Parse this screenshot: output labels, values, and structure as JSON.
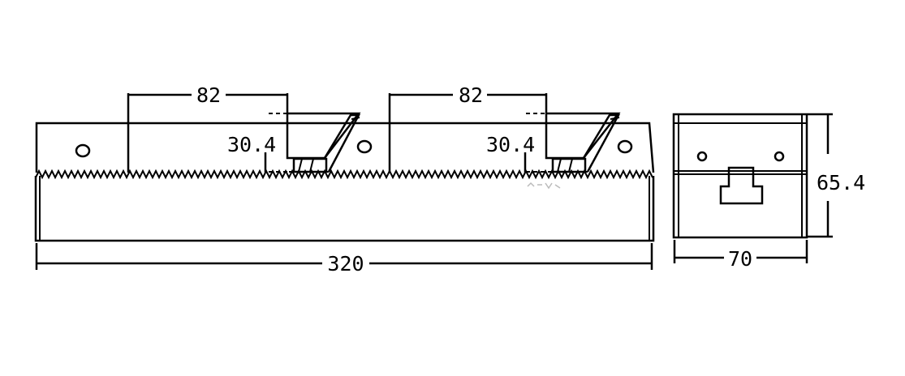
{
  "dimensions": {
    "slot_spacing_left": "82",
    "slot_spacing_right": "82",
    "hook_height_left": "30.4",
    "hook_height_right": "30.4",
    "total_length": "320",
    "side_width": "70",
    "side_height": "65.4"
  },
  "colors": {
    "line": "#000000",
    "background": "#ffffff"
  }
}
